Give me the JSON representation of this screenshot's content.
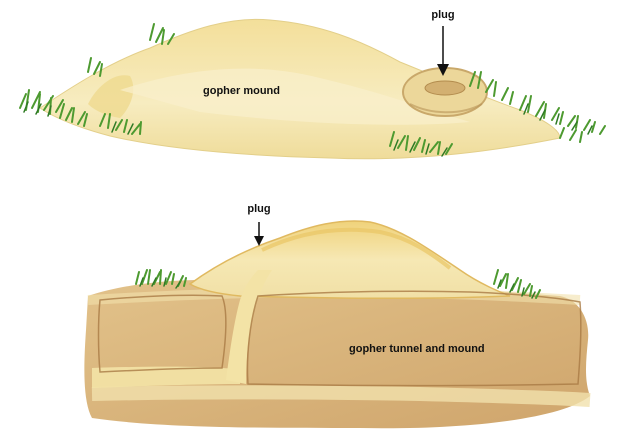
{
  "top_illustration": {
    "plug_label": "plug",
    "mound_label": "gopher mound"
  },
  "bottom_illustration": {
    "plug_label": "plug",
    "tunnel_label": "gopher tunnel and mound"
  },
  "colors": {
    "sand_light": "#f6ebb6",
    "sand": "#ecd98c",
    "sand_dark": "#d8b46a",
    "soil": "#d9b57c",
    "soil_dark": "#b98a52",
    "tunnel": "#f3e3a6",
    "grass": "#5aa33a",
    "grass_dark": "#2f7a26",
    "arrow": "#111111"
  }
}
